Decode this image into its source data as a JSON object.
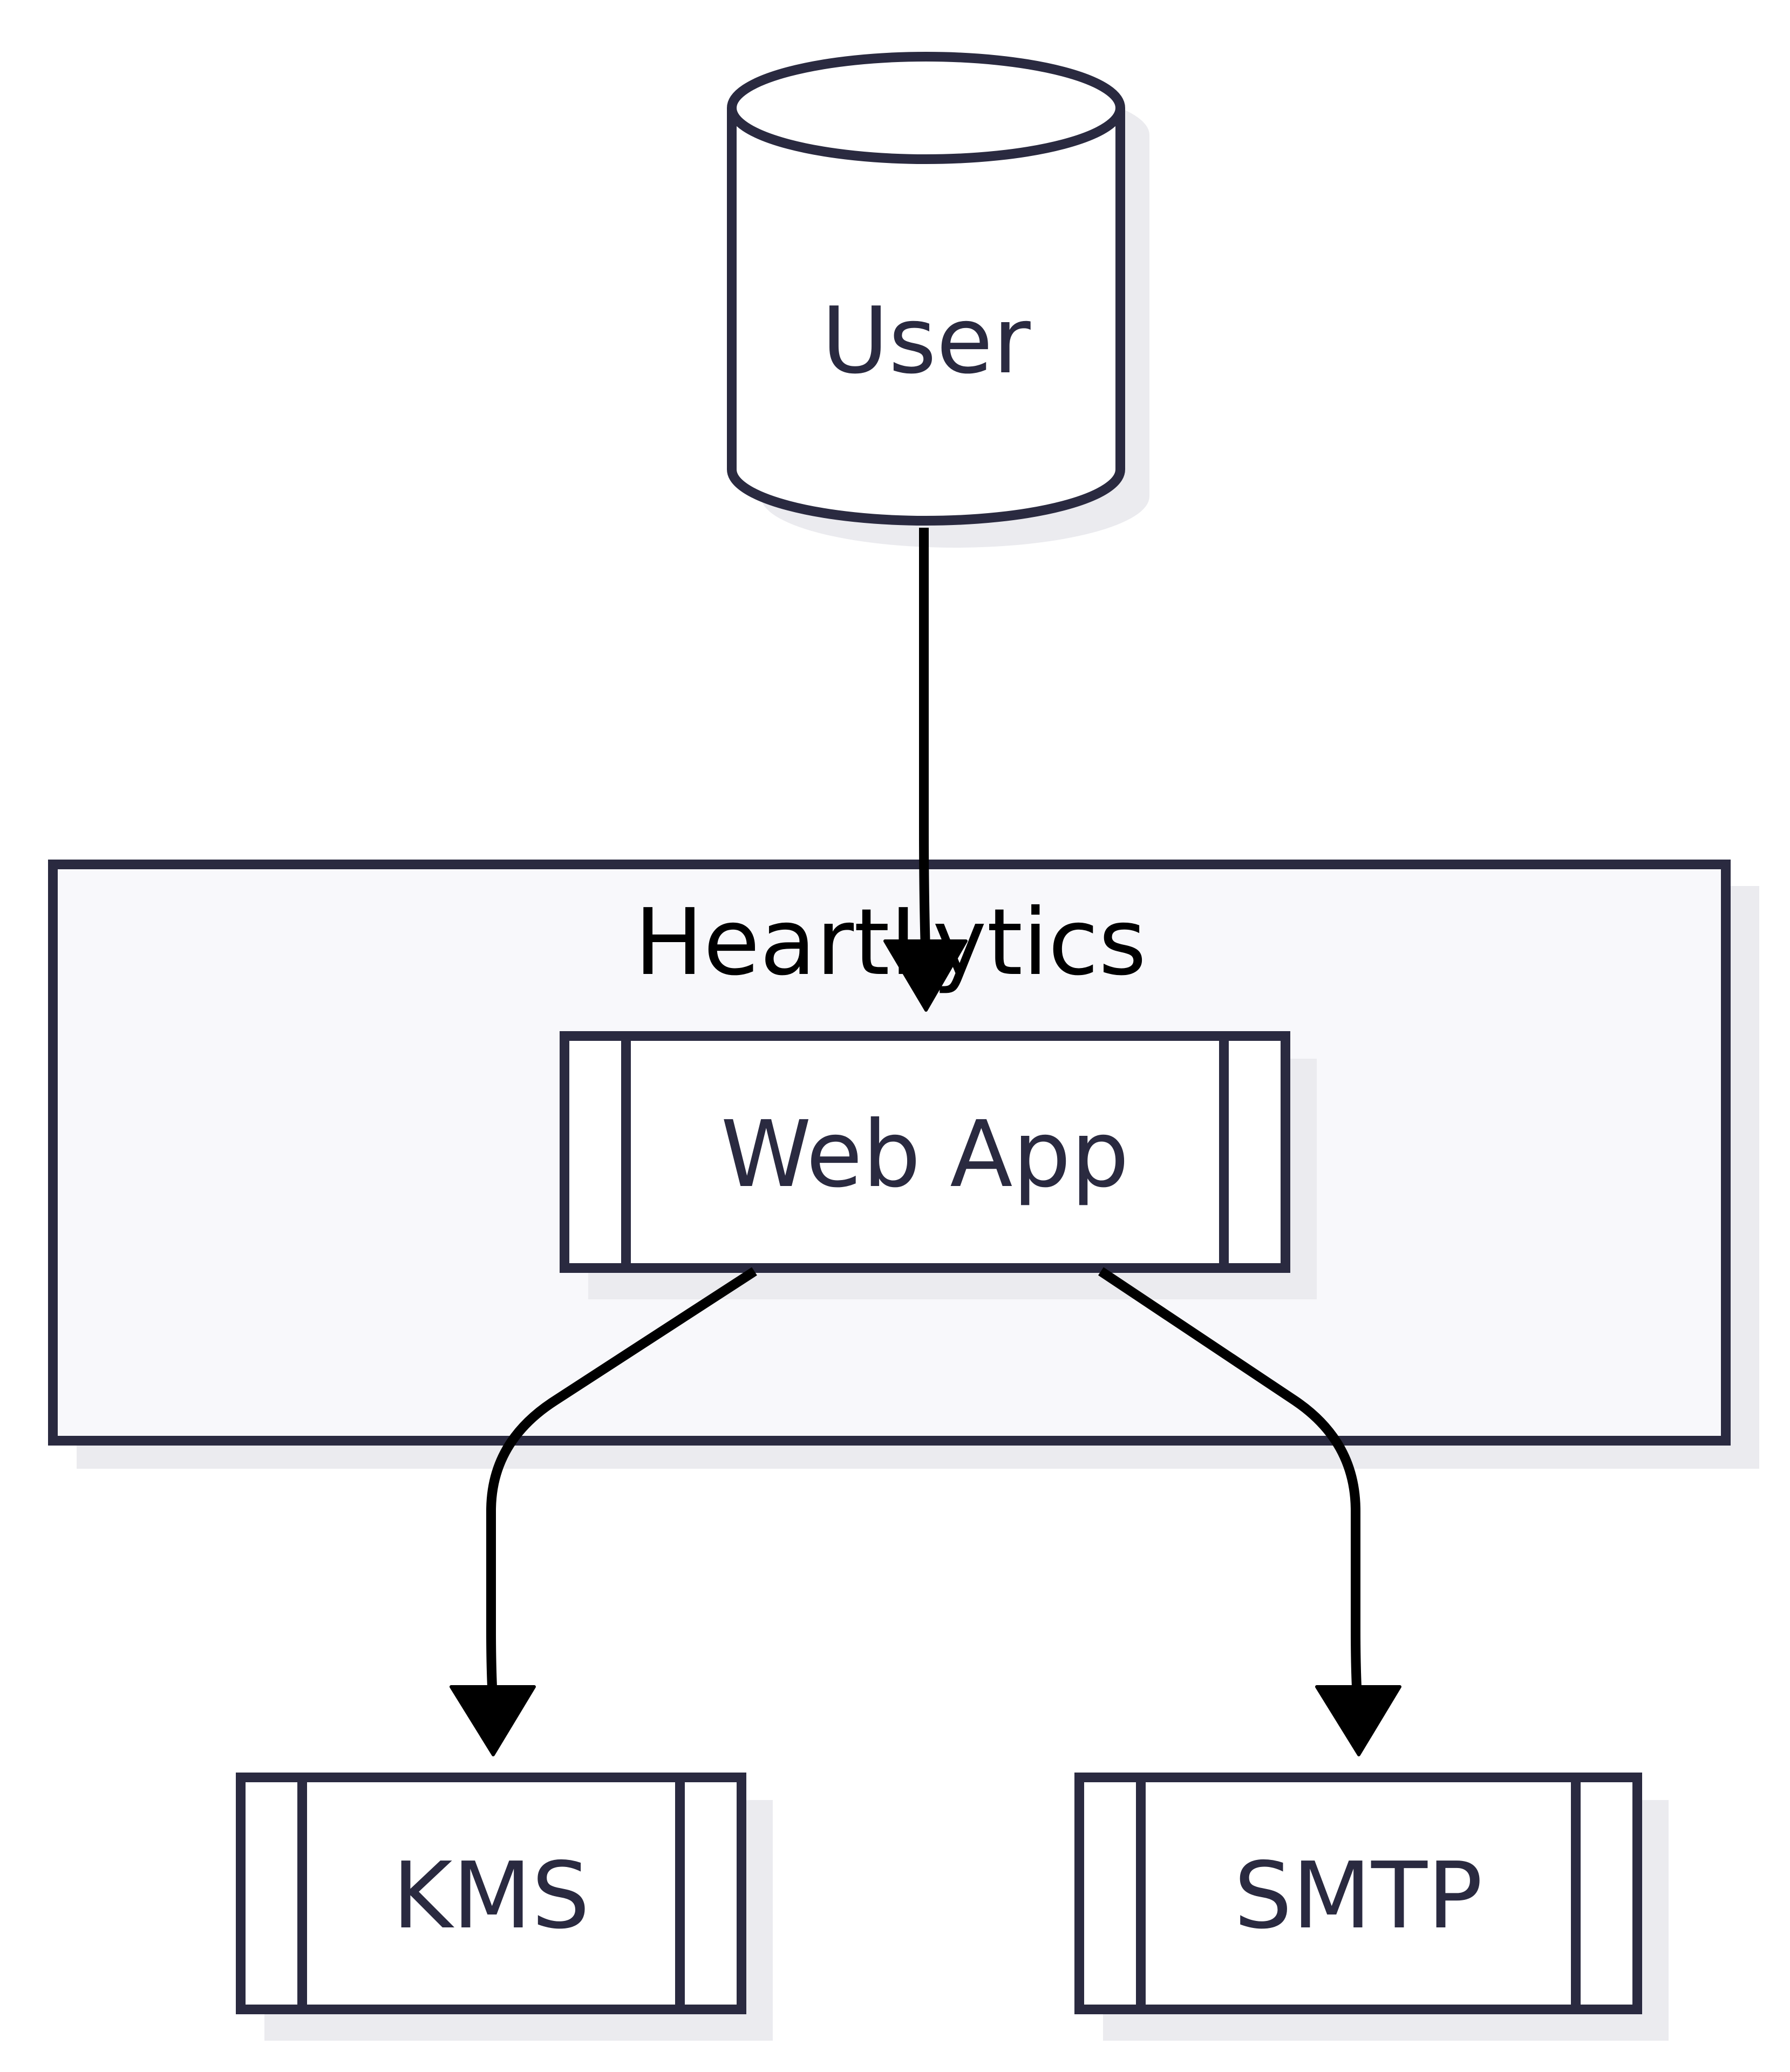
{
  "diagram": {
    "group": {
      "label": "HeartLytics"
    },
    "nodes": {
      "user": {
        "label": "User",
        "shape": "cylinder"
      },
      "webapp": {
        "label": "Web App",
        "shape": "subroutine"
      },
      "kms": {
        "label": "KMS",
        "shape": "subroutine"
      },
      "smtp": {
        "label": "SMTP",
        "shape": "subroutine"
      }
    },
    "edges": [
      {
        "from": "User",
        "to": "Web App"
      },
      {
        "from": "Web App",
        "to": "KMS"
      },
      {
        "from": "Web App",
        "to": "SMTP"
      }
    ],
    "colors": {
      "node_stroke": "#2a2a40",
      "node_fill": "#ffffff",
      "group_fill": "#f8f8fb",
      "shadow": "#ebebef",
      "edge": "#000000"
    }
  }
}
